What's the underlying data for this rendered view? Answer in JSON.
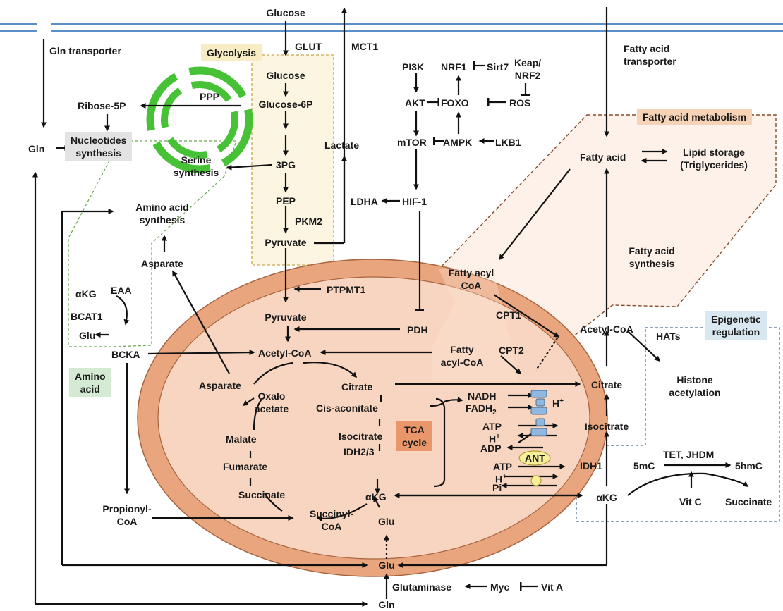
{
  "labels": {
    "glucose_out": "Glucose",
    "glut": "GLUT",
    "mct1": "MCT1",
    "gln_transporter": "Gln transporter",
    "fatty_acid_transporter": "Fatty acid\ntransporter",
    "glycolysis": "Glycolysis",
    "glucose_in": "Glucose",
    "glucose6p": "Glucose-6P",
    "ppp": "PPP",
    "ribose5p": "Ribose-5P",
    "nucleotides": "Nucleotides\nsynthesis",
    "gln_left": "Gln",
    "serine": "Serine\nsynthesis",
    "pg3": "3PG",
    "pep": "PEP",
    "pkm2": "PKM2",
    "pyruvate_cyto": "Pyruvate",
    "lactate": "Lactate",
    "ldha": "LDHA",
    "hif1": "HIF-1",
    "pi3k": "PI3K",
    "akt": "AKT",
    "mtor": "mTOR",
    "nrf1": "NRF1",
    "sirt7": "Sirt7",
    "foxo": "FOXO",
    "keap_nrf2": "Keap/\nNRF2",
    "ros": "ROS",
    "ampk": "AMPK",
    "lkb1": "LKB1",
    "fatty_acid_metabolism": "Fatty acid metabolism",
    "fatty_acid": "Fatty acid",
    "lipid_storage": "Lipid storage\n(Triglycerides)",
    "fatty_acid_synthesis": "Fatty acid\nsynthesis",
    "fatty_acyl_coa_cyto": "Fatty acyl\nCoA",
    "cpt1": "CPT1",
    "cpt2": "CPT2",
    "fatty_acyl_coa_mito": "Fatty\nacyl-CoA",
    "amino_acid_synthesis": "Amino acid\nsynthesis",
    "asparate_cyto": "Asparate",
    "akg_left": "αKG",
    "eaa": "EAA",
    "bcat1": "BCAT1",
    "glu_left": "Glu",
    "bcka": "BCKA",
    "amino_acid": "Amino\nacid",
    "ptpmt1": "PTPMT1",
    "pyruvate_mito": "Pyruvate",
    "pdh": "PDH",
    "acetyl_coa_mito": "Acetyl-CoA",
    "citrate_mito": "Citrate",
    "cis_aconitate": "Cis-aconitate",
    "isocitrate_mito": "Isocitrate",
    "idh23": "IDH2/3",
    "akg_mito": "αKG",
    "succinyl_coa": "Succinyl-\nCoA",
    "succinate_mito": "Succinate",
    "fumarate": "Fumarate",
    "malate": "Malate",
    "oxaloacetate": "Oxalo\nacetate",
    "asparate_mito": "Asparate",
    "tca_cycle": "TCA\ncycle",
    "glu_mito": "Glu",
    "nadh": "NADH",
    "fadh2": "FADH",
    "fadh2_sub": "2",
    "atp1": "ATP",
    "h1": "H",
    "adp": "ADP",
    "ant": "ANT",
    "atp2": "ATP",
    "h2": "H",
    "pi": "Pi",
    "h_plus": "+",
    "h_out": "H",
    "propionyl_coa": "Propionyl-\nCoA",
    "citrate_cyto": "Citrate",
    "isocitrate_cyto": "Isocitrate",
    "idh1": "IDH1",
    "akg_cyto": "αKG",
    "acetyl_coa_cyto": "Acetyl-CoA",
    "hats": "HATs",
    "histone_acetylation": "Histone\nacetylation",
    "epigenetic_regulation": "Epigenetic\nregulation",
    "tet_jhdm": "TET, JHDM",
    "mc5": "5mC",
    "hmc5": "5hmC",
    "vitc": "Vit C",
    "succinate_cyto": "Succinate",
    "glu_bottom": "Glu",
    "glutaminase": "Glutaminase",
    "myc": "Myc",
    "vita": "Vit A",
    "gln_bottom": "Gln"
  },
  "colors": {
    "membrane": "#5a8fc7",
    "mito_outer": "#e8a57e",
    "mito_inner": "#f7d5c0",
    "glycolysis_bg": "#f7ecc4",
    "fam_bg": "#f6d2b6",
    "epi_bg": "#d8e7f0",
    "amino_bg": "#d5ead3",
    "nucleotides_bg": "#e3e3e3",
    "tca_bg": "#e8966a",
    "ppp_green": "#3dbf2b",
    "transporter_blue": "#8fb8e0",
    "ant_yellow": "#f7ee9a"
  }
}
